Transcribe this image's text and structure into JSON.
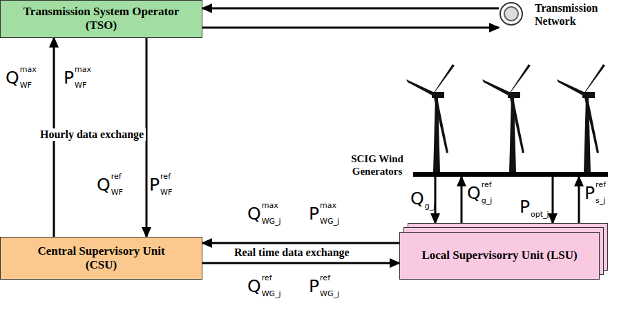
{
  "diagram": {
    "nodes": [
      {
        "text": [
          "Transmission System Operator (TSO)"
        ]
      },
      {
        "text": [
          "Transmission Network"
        ]
      },
      {
        "text": [
          "Central Supervisory Unit (CSU)"
        ]
      },
      {
        "text": [
          "Local Supervisorry Unit (LSU)"
        ]
      },
      {
        "text": [
          "SCIG Wind Generators"
        ]
      }
    ],
    "edges": [
      {
        "from": 1,
        "to": 0,
        "arrow": "to"
      },
      {
        "from": 0,
        "to": 1,
        "arrow": "to"
      },
      {
        "from": 2,
        "to": 0,
        "arrow": "to"
      },
      {
        "from": 0,
        "to": 2,
        "arrow": "to"
      },
      {
        "from": 3,
        "to": 2,
        "arrow": "to"
      },
      {
        "from": 2,
        "to": 3,
        "arrow": "to"
      },
      {
        "from": 4,
        "to": 3,
        "arrow": "to"
      },
      {
        "from": 3,
        "to": 4,
        "arrow": "to"
      },
      {
        "from": 4,
        "to": 3,
        "arrow": "to"
      },
      {
        "from": 3,
        "to": 4,
        "arrow": "to"
      }
    ],
    "labels": [
      "Q",
      "max",
      "WF",
      "P",
      "max",
      "WF",
      "Hourly data exchange",
      "Q",
      "ref",
      "WF",
      "P",
      "ref",
      "WF",
      "Q",
      "max",
      "WG_j",
      "P",
      "max",
      "WG_j",
      "Real time data exchange",
      "Q",
      "ref",
      "WG_j",
      "P",
      "ref",
      "WG_j",
      "Q",
      "g_j",
      "Q",
      "ref",
      "g_j",
      "P",
      "opt_j",
      "P",
      "ref",
      "s_j"
    ]
  }
}
